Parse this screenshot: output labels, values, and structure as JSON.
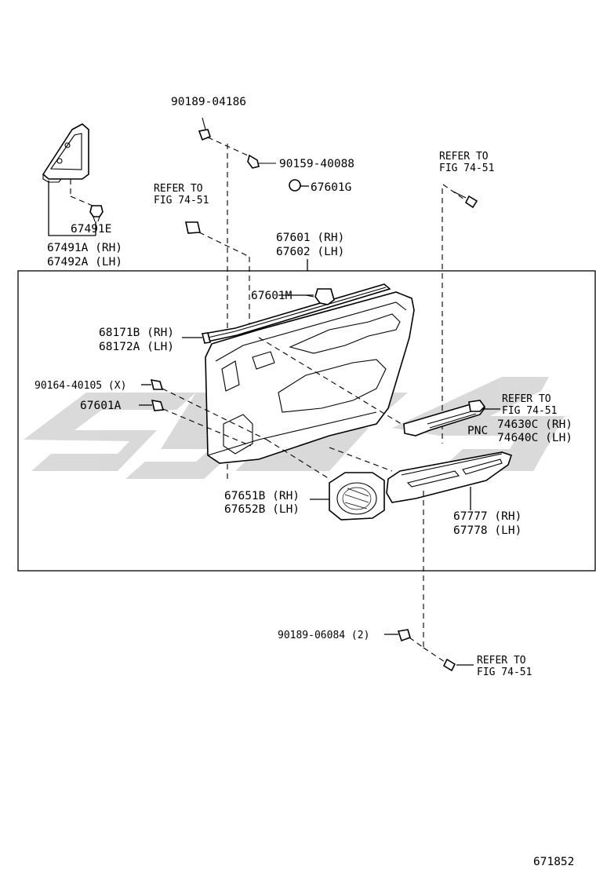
{
  "labels": {
    "p90189_04186": "90189-04186",
    "p90159_40088": "90159-40088",
    "p67601G": "67601G",
    "refer_top_left_1": "REFER TO",
    "refer_top_left_2": "FIG 74-51",
    "refer_top_right_1": "REFER TO",
    "refer_top_right_2": "FIG 74-51",
    "p67491E": "67491E",
    "p67491A": "67491A (RH)",
    "p67492A": "67492A (LH)",
    "p67601": "67601 (RH)",
    "p67602": "67602 (LH)",
    "p67601M": "67601M",
    "p68171B": "68171B (RH)",
    "p68172A": "68172A (LH)",
    "p90164": "90164-40105 (X)",
    "p67601A": "67601A",
    "refer_mid_right_1": "REFER TO",
    "refer_mid_right_2": "FIG 74-51",
    "pnc": "PNC",
    "p74630C": "74630C (RH)",
    "p74640C": "74640C (LH)",
    "p67651B": "67651B (RH)",
    "p67652B": "67652B (LH)",
    "p67777": "67777 (RH)",
    "p67778": "67778 (LH)",
    "p90189_06084": "90189-06084 (2)",
    "refer_bottom_1": "REFER TO",
    "refer_bottom_2": "FIG 74-51",
    "diagram_id": "671852"
  },
  "colors": {
    "ink": "#000000",
    "watermark": "#d0d0d0",
    "background": "#ffffff"
  }
}
